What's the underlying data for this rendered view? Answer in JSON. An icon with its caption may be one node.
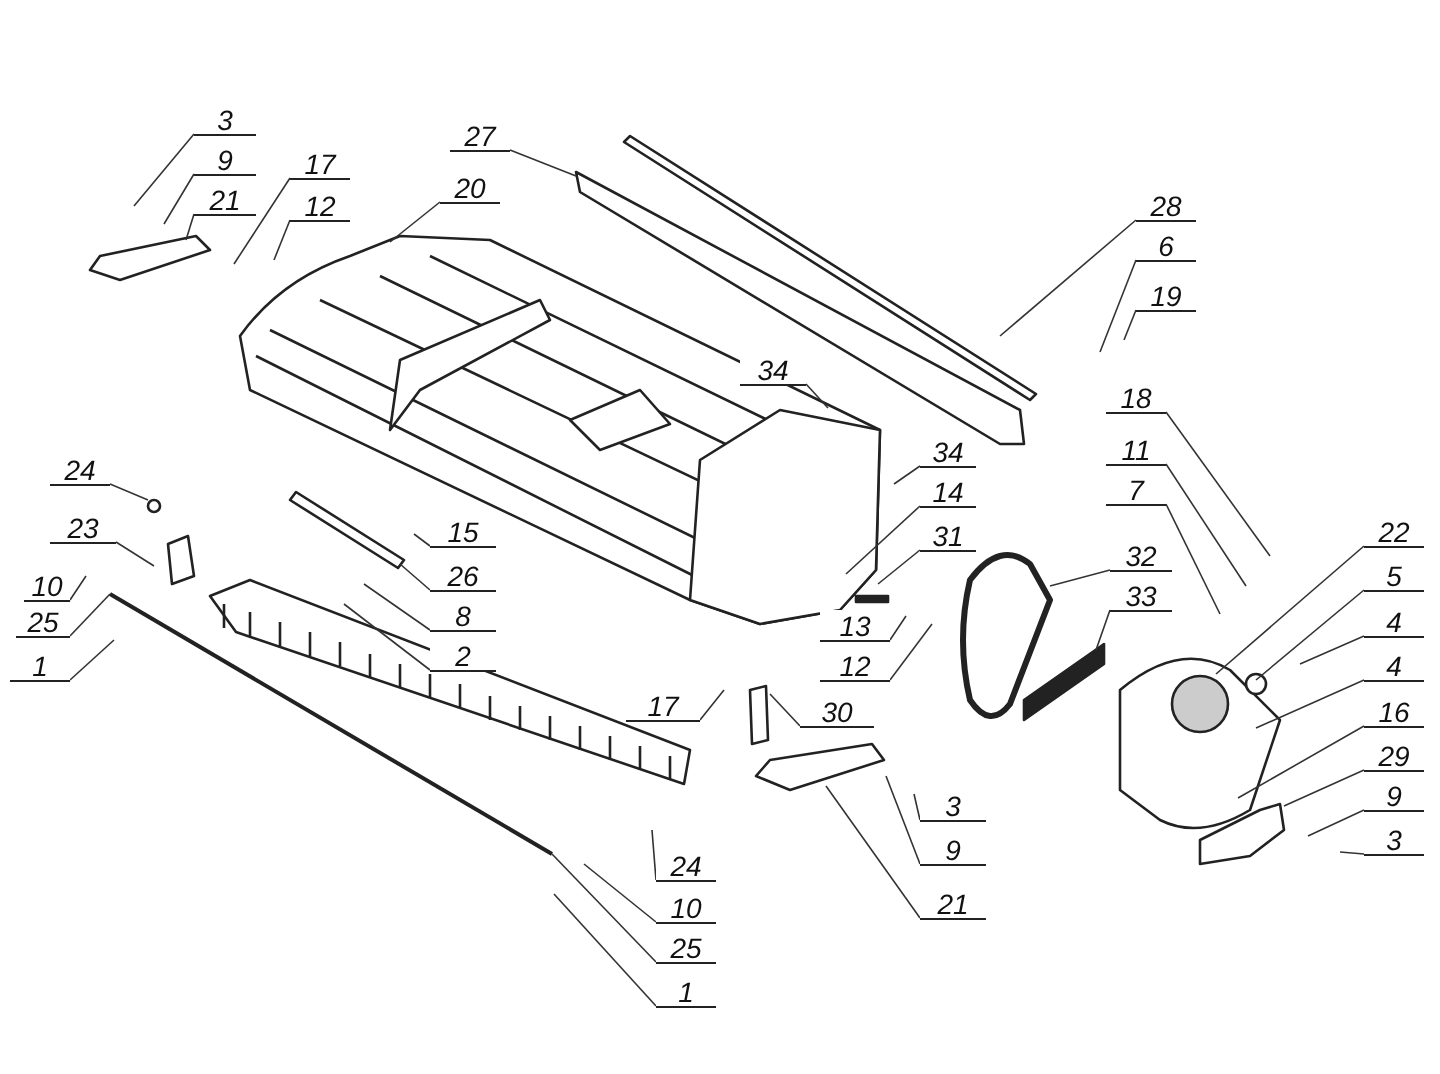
{
  "diagram": {
    "nodes": [
      {
        "text": [
          "3"
        ]
      },
      {
        "text": [
          "9"
        ]
      },
      {
        "text": [
          "21"
        ]
      },
      {
        "text": [
          "17"
        ]
      },
      {
        "text": [
          "12"
        ]
      },
      {
        "text": [
          "27"
        ]
      },
      {
        "text": [
          "20"
        ]
      },
      {
        "text": [
          "28"
        ]
      },
      {
        "text": [
          "6"
        ]
      },
      {
        "text": [
          "19"
        ]
      },
      {
        "text": [
          "34"
        ]
      },
      {
        "text": [
          "18"
        ]
      },
      {
        "text": [
          "34"
        ]
      },
      {
        "text": [
          "11"
        ]
      },
      {
        "text": [
          "7"
        ]
      },
      {
        "text": [
          "24"
        ]
      },
      {
        "text": [
          "14"
        ]
      },
      {
        "text": [
          "31"
        ]
      },
      {
        "text": [
          "23"
        ]
      },
      {
        "text": [
          "15"
        ]
      },
      {
        "text": [
          "22"
        ]
      },
      {
        "text": [
          "32"
        ]
      },
      {
        "text": [
          "26"
        ]
      },
      {
        "text": [
          "10"
        ]
      },
      {
        "text": [
          "5"
        ]
      },
      {
        "text": [
          "33"
        ]
      },
      {
        "text": [
          "8"
        ]
      },
      {
        "text": [
          "25"
        ]
      },
      {
        "text": [
          "4"
        ]
      },
      {
        "text": [
          "13"
        ]
      },
      {
        "text": [
          "1"
        ]
      },
      {
        "text": [
          "2"
        ]
      },
      {
        "text": [
          "12"
        ]
      },
      {
        "text": [
          "4"
        ]
      },
      {
        "text": [
          "17"
        ]
      },
      {
        "text": [
          "30"
        ]
      },
      {
        "text": [
          "16"
        ]
      },
      {
        "text": [
          "29"
        ]
      },
      {
        "text": [
          "3"
        ]
      },
      {
        "text": [
          "9"
        ]
      },
      {
        "text": [
          "9"
        ]
      },
      {
        "text": [
          "3"
        ]
      },
      {
        "text": [
          "24"
        ]
      },
      {
        "text": [
          "10"
        ]
      },
      {
        "text": [
          "21"
        ]
      },
      {
        "text": [
          "25"
        ]
      },
      {
        "text": [
          "1"
        ]
      }
    ],
    "edges": [
      {
        "from": 0,
        "to": null,
        "arrow": "none"
      },
      {
        "from": 1,
        "to": null,
        "arrow": "none"
      },
      {
        "from": 2,
        "to": null,
        "arrow": "none"
      },
      {
        "from": 3,
        "to": null,
        "arrow": "none"
      },
      {
        "from": 4,
        "to": null,
        "arrow": "none"
      },
      {
        "from": 5,
        "to": null,
        "arrow": "none"
      },
      {
        "from": 6,
        "to": null,
        "arrow": "none"
      },
      {
        "from": 7,
        "to": null,
        "arrow": "none"
      },
      {
        "from": 8,
        "to": null,
        "arrow": "none"
      },
      {
        "from": 9,
        "to": null,
        "arrow": "none"
      },
      {
        "from": 10,
        "to": null,
        "arrow": "none"
      },
      {
        "from": 11,
        "to": null,
        "arrow": "none"
      },
      {
        "from": 12,
        "to": null,
        "arrow": "none"
      },
      {
        "from": 13,
        "to": null,
        "arrow": "none"
      },
      {
        "from": 14,
        "to": null,
        "arrow": "none"
      },
      {
        "from": 15,
        "to": null,
        "arrow": "none"
      },
      {
        "from": 16,
        "to": null,
        "arrow": "none"
      },
      {
        "from": 17,
        "to": null,
        "arrow": "none"
      },
      {
        "from": 18,
        "to": null,
        "arrow": "none"
      },
      {
        "from": 19,
        "to": null,
        "arrow": "none"
      },
      {
        "from": 20,
        "to": null,
        "arrow": "none"
      },
      {
        "from": 21,
        "to": null,
        "arrow": "none"
      },
      {
        "from": 22,
        "to": null,
        "arrow": "none"
      },
      {
        "from": 23,
        "to": null,
        "arrow": "none"
      },
      {
        "from": 24,
        "to": null,
        "arrow": "none"
      },
      {
        "from": 25,
        "to": null,
        "arrow": "none"
      },
      {
        "from": 26,
        "to": null,
        "arrow": "none"
      },
      {
        "from": 27,
        "to": null,
        "arrow": "none"
      },
      {
        "from": 28,
        "to": null,
        "arrow": "none"
      },
      {
        "from": 29,
        "to": null,
        "arrow": "none"
      },
      {
        "from": 30,
        "to": null,
        "arrow": "none"
      },
      {
        "from": 31,
        "to": null,
        "arrow": "none"
      },
      {
        "from": 32,
        "to": null,
        "arrow": "none"
      },
      {
        "from": 33,
        "to": null,
        "arrow": "none"
      },
      {
        "from": 34,
        "to": null,
        "arrow": "none"
      },
      {
        "from": 35,
        "to": null,
        "arrow": "none"
      },
      {
        "from": 36,
        "to": null,
        "arrow": "none"
      },
      {
        "from": 37,
        "to": null,
        "arrow": "none"
      },
      {
        "from": 38,
        "to": null,
        "arrow": "none"
      },
      {
        "from": 39,
        "to": null,
        "arrow": "none"
      },
      {
        "from": 40,
        "to": null,
        "arrow": "none"
      },
      {
        "from": 41,
        "to": null,
        "arrow": "none"
      },
      {
        "from": 42,
        "to": null,
        "arrow": "none"
      },
      {
        "from": 43,
        "to": null,
        "arrow": "none"
      },
      {
        "from": 44,
        "to": null,
        "arrow": "none"
      },
      {
        "from": 45,
        "to": null,
        "arrow": "none"
      },
      {
        "from": 46,
        "to": null,
        "arrow": "none"
      }
    ]
  }
}
